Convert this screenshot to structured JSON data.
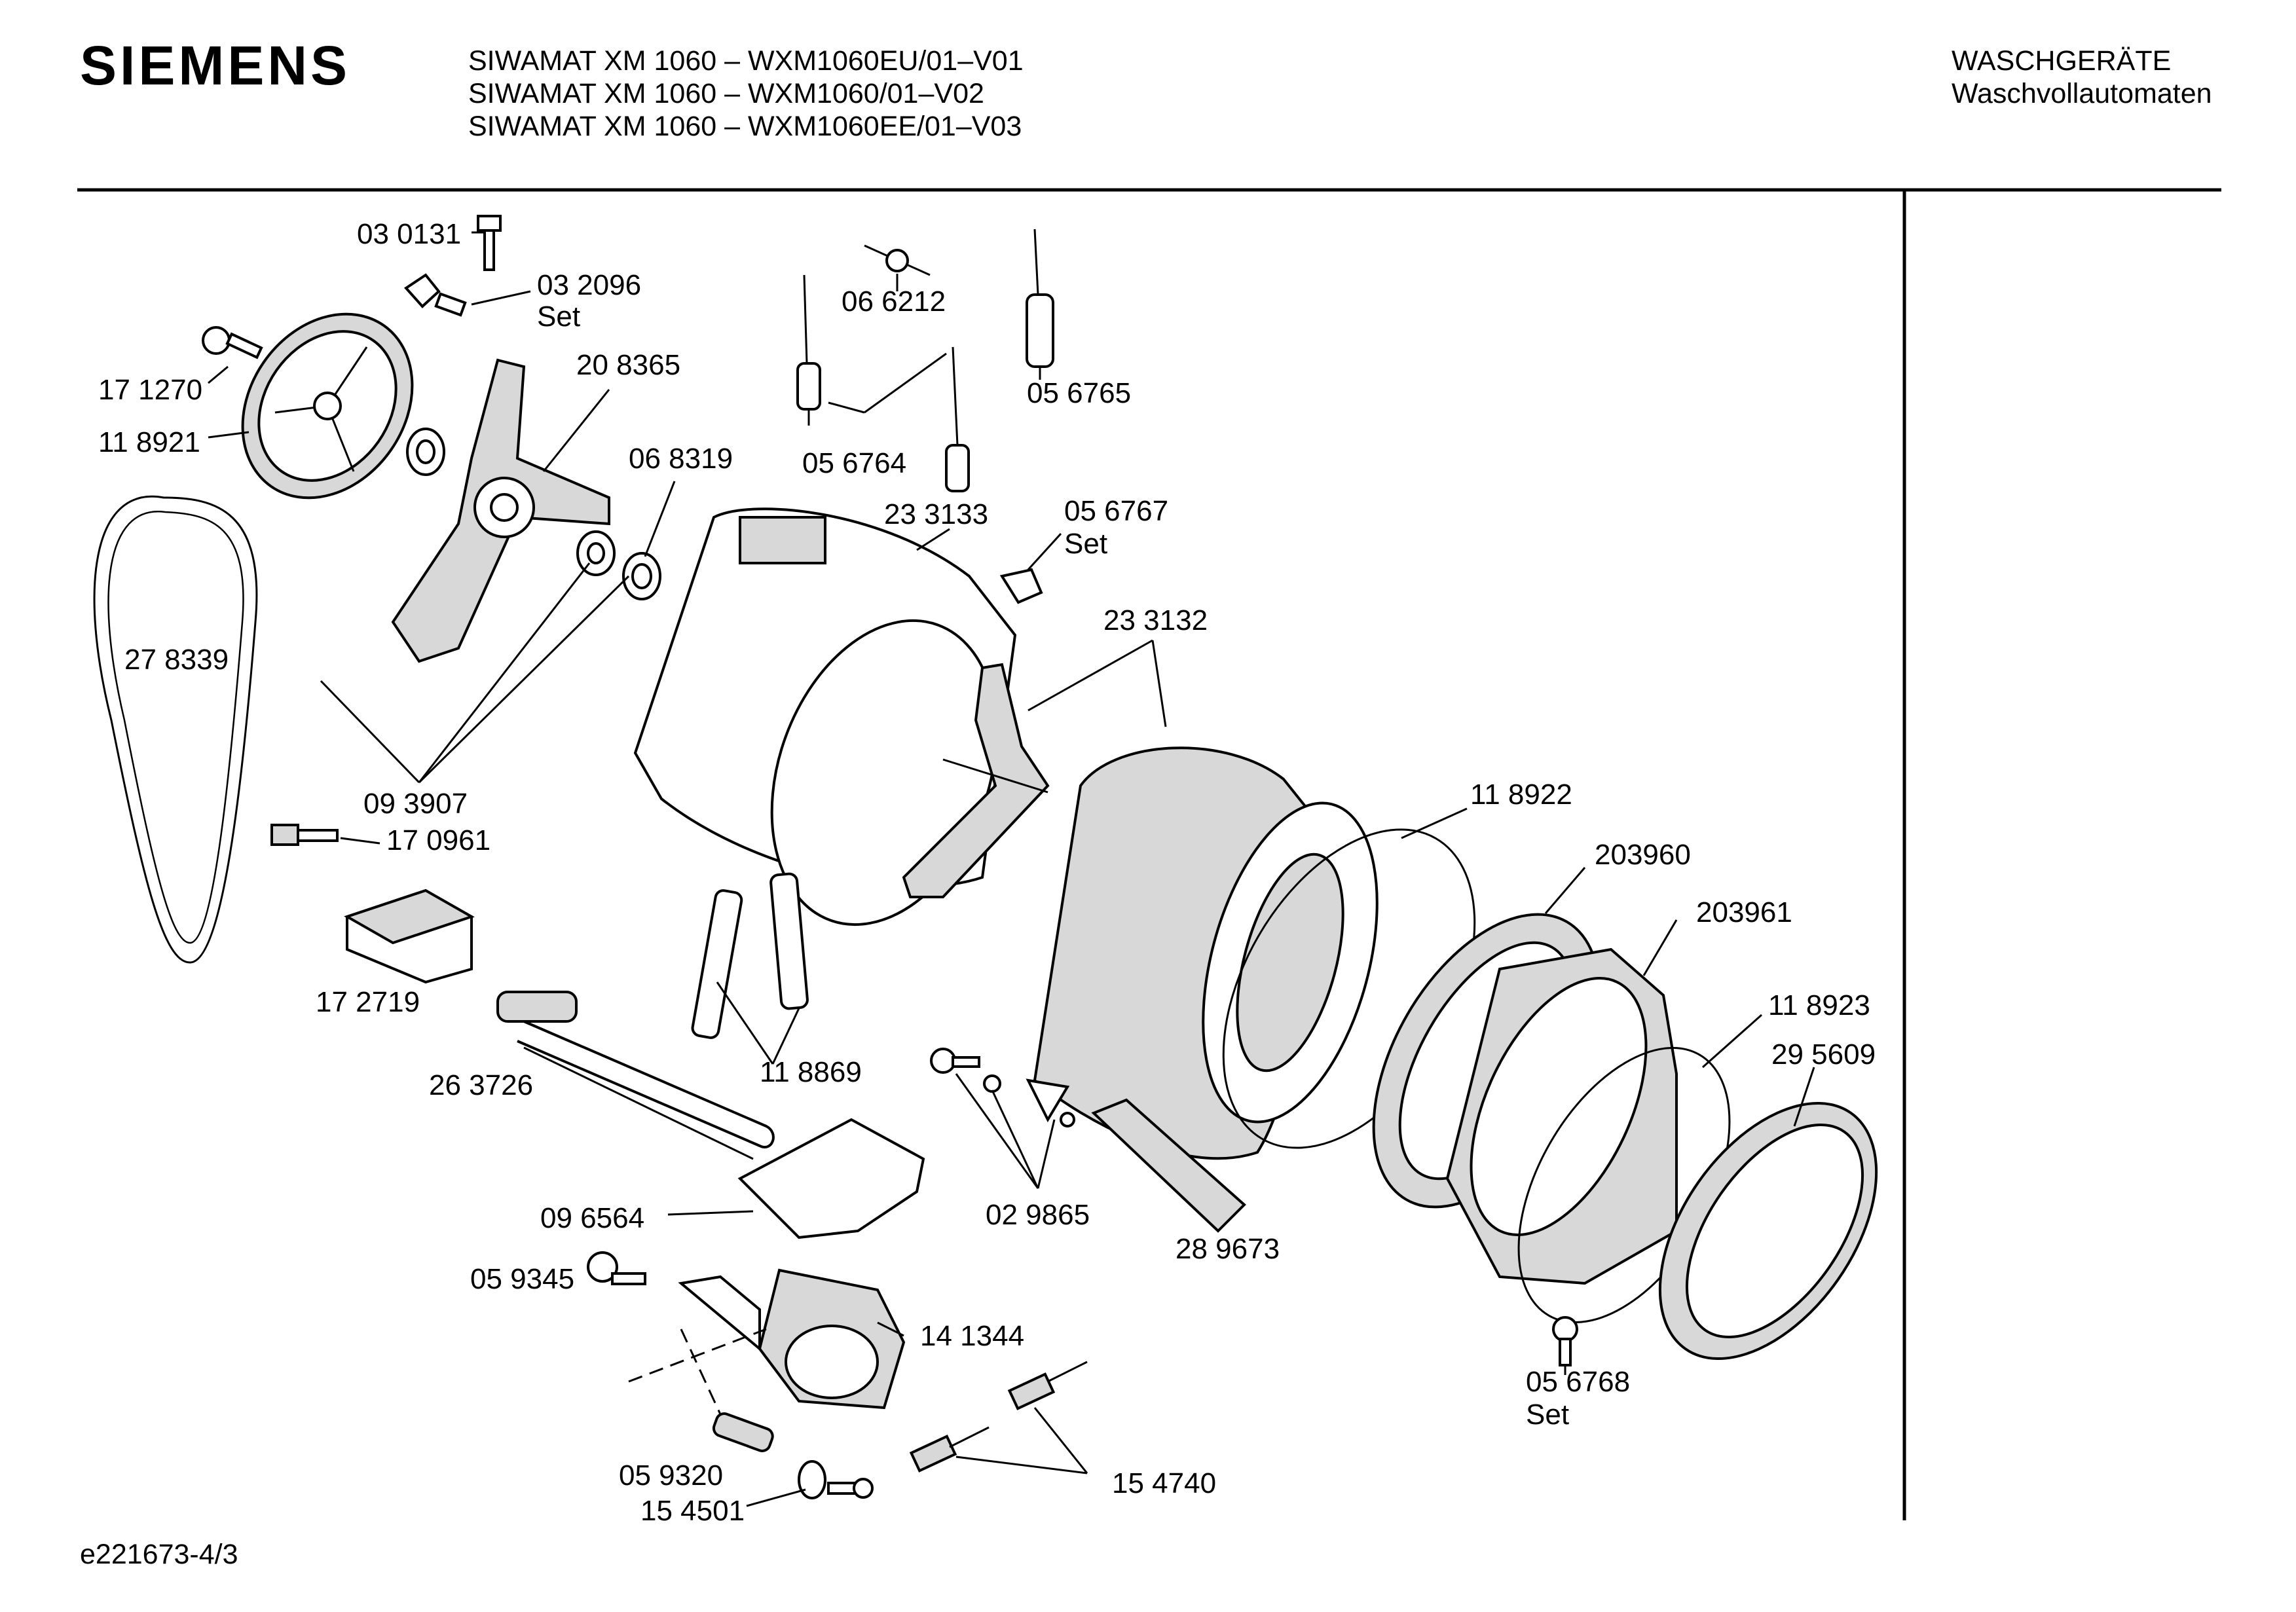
{
  "header": {
    "brand": "SIEMENS",
    "models": [
      "SIWAMAT XM 1060 – WXM1060EU/01–V01",
      "SIWAMAT XM 1060 – WXM1060/01–V02",
      "SIWAMAT XM 1060 – WXM1060EE/01–V03"
    ],
    "category": "WASCHGERÄTE",
    "subcategory": "Waschvollautomaten"
  },
  "parts": [
    {
      "number": "03 0131"
    },
    {
      "number": "03 2096",
      "note": "Set"
    },
    {
      "number": "17 1270"
    },
    {
      "number": "11 8921"
    },
    {
      "number": "20 8365"
    },
    {
      "number": "06 8319"
    },
    {
      "number": "06 6212"
    },
    {
      "number": "05 6765"
    },
    {
      "number": "05 6764"
    },
    {
      "number": "23 3133"
    },
    {
      "number": "05 6767",
      "note": "Set"
    },
    {
      "number": "23 3132"
    },
    {
      "number": "27 8339"
    },
    {
      "number": "09 3907"
    },
    {
      "number": "17 0961"
    },
    {
      "number": "17 2719"
    },
    {
      "number": "11 8922"
    },
    {
      "number": "203960"
    },
    {
      "number": "203961"
    },
    {
      "number": "11 8923"
    },
    {
      "number": "29 5609"
    },
    {
      "number": "26 3726"
    },
    {
      "number": "11 8869"
    },
    {
      "number": "09 6564"
    },
    {
      "number": "02 9865"
    },
    {
      "number": "28 9673"
    },
    {
      "number": "05 9345"
    },
    {
      "number": "14 1344"
    },
    {
      "number": "05 6768",
      "note": "Set"
    },
    {
      "number": "05 9320"
    },
    {
      "number": "15 4501"
    },
    {
      "number": "15 4740"
    }
  ],
  "footer": {
    "drawing_id": "e221673-4/3"
  }
}
